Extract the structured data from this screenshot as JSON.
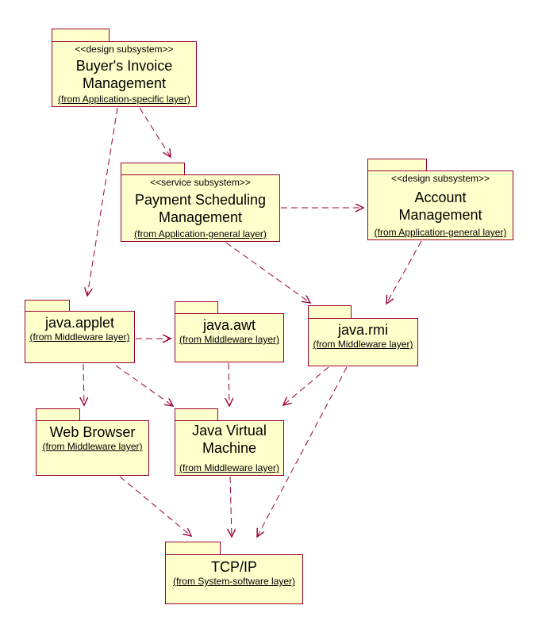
{
  "diagram": {
    "kind": "uml-package-dependency-diagram",
    "palette": {
      "package_fill": "#ffffcc",
      "stroke": "#990033",
      "text": "#000000",
      "background": "#ffffff"
    },
    "nodes": {
      "bim": {
        "stereotype": "<<design subsystem>>",
        "name": "Buyer's Invoice\nManagement",
        "from_label": "(from Application-specific layer)"
      },
      "psm": {
        "stereotype": "<<service subsystem>>",
        "name": "Payment Scheduling\nManagement",
        "from_label": "(from Application-general layer)"
      },
      "account": {
        "stereotype": "<<design subsystem>>",
        "name": "Account\nManagement",
        "from_label": "(from Application-general layer)"
      },
      "applet": {
        "name": "java.applet",
        "from_label": "(from Middleware layer)"
      },
      "awt": {
        "name": "java.awt",
        "from_label": "(from Middleware layer)"
      },
      "rmi": {
        "name": "java.rmi",
        "from_label": "(from Middleware layer)"
      },
      "browser": {
        "name": "Web Browser",
        "from_label": "(from Middleware layer)"
      },
      "jvm": {
        "name": "Java Virtual\nMachine",
        "from_label": "(from Middleware layer)"
      },
      "tcpip": {
        "name": "TCP/IP",
        "from_label": "(from System-software layer)"
      }
    },
    "edges": [
      {
        "from": "Buyer's Invoice Management",
        "to": "Payment Scheduling Management",
        "type": "dependency"
      },
      {
        "from": "Buyer's Invoice Management",
        "to": "java.applet",
        "type": "dependency"
      },
      {
        "from": "Payment Scheduling Management",
        "to": "Account Management",
        "type": "dependency"
      },
      {
        "from": "Payment Scheduling Management",
        "to": "java.rmi",
        "type": "dependency"
      },
      {
        "from": "Account Management",
        "to": "java.rmi",
        "type": "dependency"
      },
      {
        "from": "java.applet",
        "to": "java.awt",
        "type": "dependency"
      },
      {
        "from": "java.applet",
        "to": "Web Browser",
        "type": "dependency"
      },
      {
        "from": "java.applet",
        "to": "Java Virtual Machine",
        "type": "dependency"
      },
      {
        "from": "java.awt",
        "to": "Java Virtual Machine",
        "type": "dependency"
      },
      {
        "from": "java.rmi",
        "to": "Java Virtual Machine",
        "type": "dependency"
      },
      {
        "from": "java.rmi",
        "to": "TCP/IP",
        "type": "dependency"
      },
      {
        "from": "Web Browser",
        "to": "TCP/IP",
        "type": "dependency"
      },
      {
        "from": "Java Virtual Machine",
        "to": "TCP/IP",
        "type": "dependency"
      }
    ]
  }
}
